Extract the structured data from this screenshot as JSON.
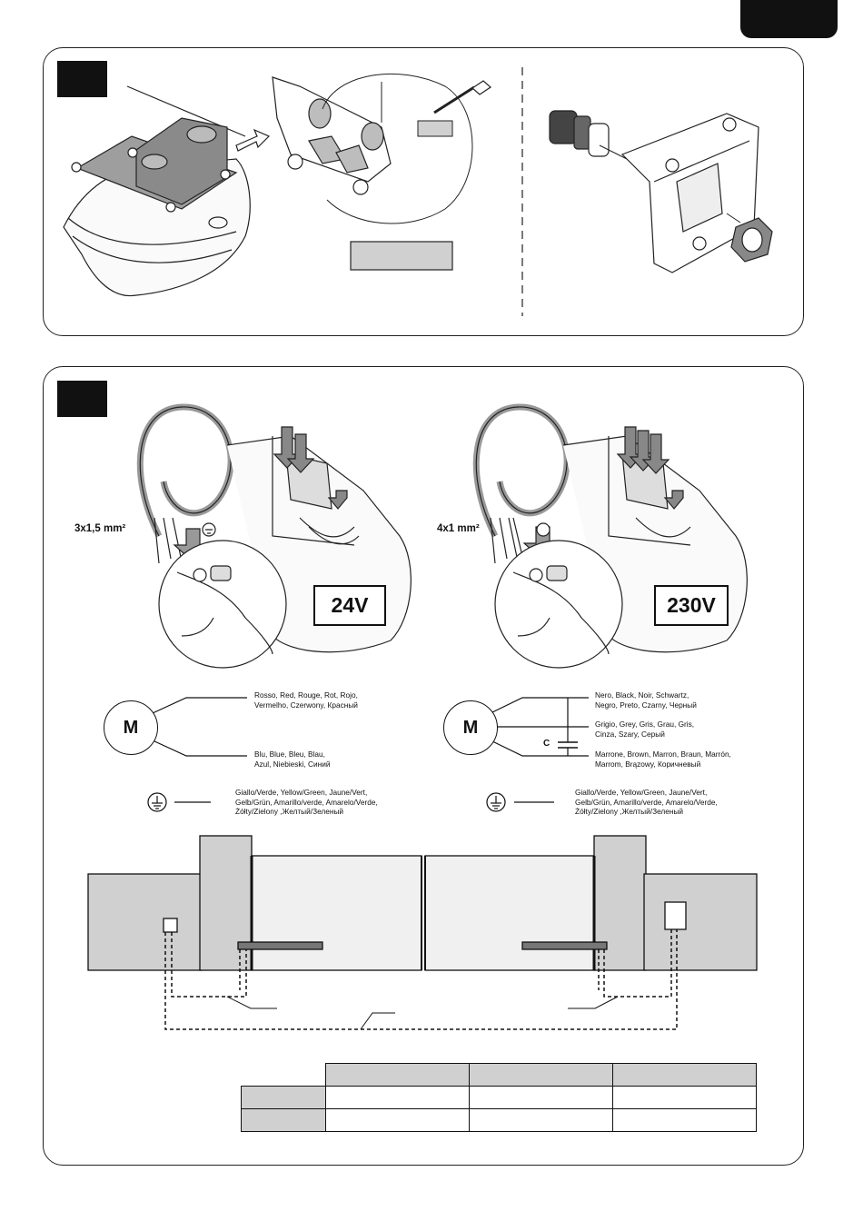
{
  "wiring": {
    "left": {
      "section": "3x1,5 mm²",
      "voltage": "24V",
      "red_wire": "Rosso, Red, Rouge, Rot, Rojo,\nVermelho, Czerwony, Красный",
      "blue_wire": "Blu, Blue, Bleu, Blau,\nAzul, Niebieski, Синий",
      "earth_wire": "Giallo/Verde, Yellow/Green, Jaune/Vert,\nGelb/Grün, Amarillo/verde, Amarelo/Verde,\nŻółty/Zielony ,Желтый/Зеленый"
    },
    "right": {
      "section": "4x1 mm²",
      "voltage": "230V",
      "black_wire": "Nero, Black, Noir, Schwartz,\nNegro, Preto, Czarny, Черный",
      "grey_wire": "Grigio, Grey, Gris, Grau, Gris,\nCinza, Szary, Серый",
      "brown_wire": "Marrone, Brown, Marron, Braun, Marrón,\nMarrom, Brązowy, Коричневый",
      "earth_wire": "Giallo/Verde, Yellow/Green, Jaune/Vert,\nGelb/Grün, Amarillo/verde, Amarelo/Verde,\nŻółty/Zielony ,Желтый/Зеленый",
      "capacitor": "C"
    },
    "motor_symbol": "M"
  },
  "colors": {
    "panel_grey": "#d0d0d0",
    "gate_fill": "#f0f0f0",
    "ink": "#111111"
  },
  "icons": [
    "earth-ground-icon",
    "screwdriver-icon",
    "cable-gland-icon"
  ]
}
